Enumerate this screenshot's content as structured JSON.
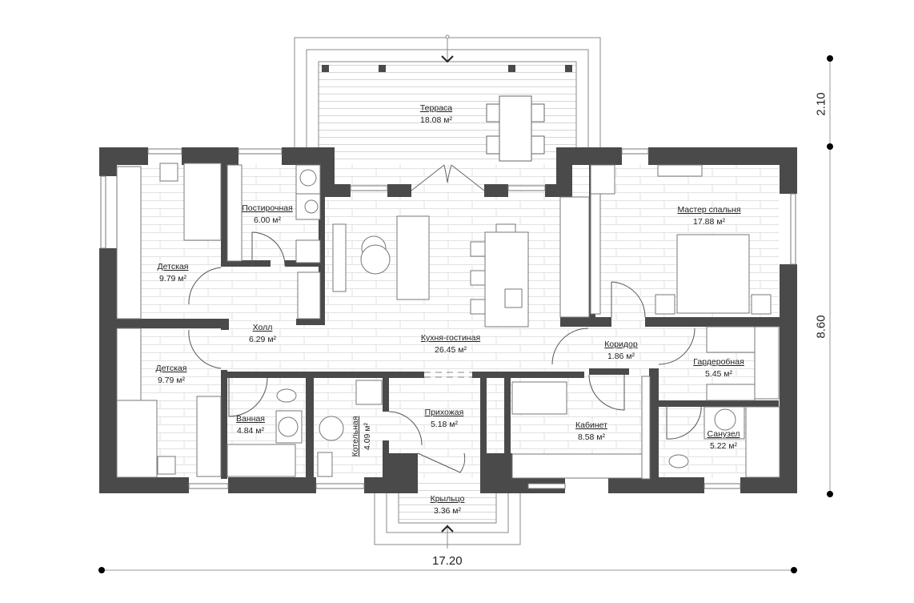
{
  "plan": {
    "wall_color": "#4a4a4a",
    "line_color": "#777777",
    "floor_tile_color": "#e2e2e2"
  },
  "rooms": [
    {
      "id": "terrace",
      "name": "Терраса",
      "area": "18.08 м²"
    },
    {
      "id": "laundry",
      "name": "Постирочная",
      "area": "6.00 м²"
    },
    {
      "id": "kids1",
      "name": "Детская",
      "area": "9.79 м²"
    },
    {
      "id": "hall",
      "name": "Холл",
      "area": "6.29 м²"
    },
    {
      "id": "kids2",
      "name": "Детская",
      "area": "9.79 м²"
    },
    {
      "id": "living",
      "name": "Кухня-гостиная",
      "area": "26.45 м²"
    },
    {
      "id": "master",
      "name": "Мастер спальня",
      "area": "17.88 м²"
    },
    {
      "id": "corridor",
      "name": "Коридор",
      "area": "1.86 м²"
    },
    {
      "id": "wardrobe",
      "name": "Гардеробная",
      "area": "5.45 м²"
    },
    {
      "id": "bath",
      "name": "Ванная",
      "area": "4.84 м²"
    },
    {
      "id": "boiler",
      "name": "Котельная",
      "area": "4.09 м²"
    },
    {
      "id": "entry",
      "name": "Прихожая",
      "area": "5.18 м²"
    },
    {
      "id": "study",
      "name": "Кабинет",
      "area": "8.58 м²"
    },
    {
      "id": "wc",
      "name": "Санузел",
      "area": "5.22 м²"
    },
    {
      "id": "porch",
      "name": "Крыльцо",
      "area": "3.36 м²"
    }
  ],
  "dimensions": {
    "width": "17.20",
    "height_main": "8.60",
    "height_terrace": "2.10"
  }
}
